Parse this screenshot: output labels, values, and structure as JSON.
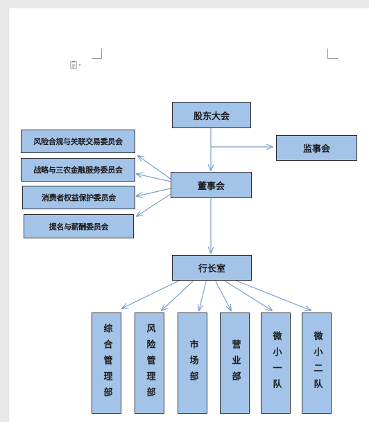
{
  "org": {
    "shareholders": "股东大会",
    "supervisors": "监事会",
    "board": "董事会",
    "president_office": "行长室",
    "committees": [
      "风险合规与关联交易委员会",
      "战略与三农金融服务委员会",
      "消费者权益保护委员会",
      "提名与薪酬委员会"
    ],
    "departments": [
      "综合管理部",
      "风险管理部",
      "市场部",
      "营业部",
      "微小一队",
      "微小二队"
    ]
  },
  "icons": {
    "paste_options": "paste-options-icon"
  },
  "colors": {
    "box_fill": "#a4c3e8",
    "box_border": "#2b2b2b",
    "arrow": "#7a9fd0",
    "page": "#ffffff",
    "background": "#e9e9e9"
  }
}
